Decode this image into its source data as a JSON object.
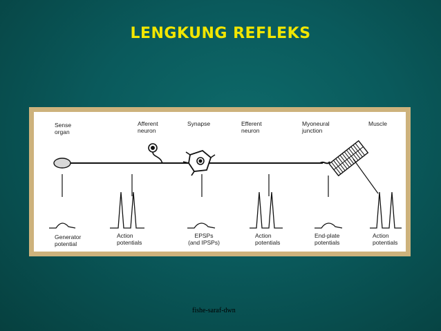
{
  "slide": {
    "title": "LENGKUNG REFLEKS",
    "footer": "fishe-saraf-dwn"
  },
  "diagram": {
    "top_labels": {
      "sense_organ": "Sense\norgan",
      "afferent_neuron": "Afferent\nneuron",
      "synapse": "Synapse",
      "efferent_neuron": "Efferent\nneuron",
      "myoneural_junction": "Myoneural\njunction",
      "muscle": "Muscle"
    },
    "bottom_labels": {
      "generator_potential": "Generator\npotential",
      "action_potentials_1": "Action\npotentials",
      "epsps": "EPSPs\n(and IPSPs)",
      "action_potentials_2": "Action\npotentials",
      "end_plate_potentials": "End-plate\npotentials",
      "action_potentials_3": "Action\npotentials"
    }
  },
  "colors": {
    "title": "#f2e600",
    "frame": "#cdb27c",
    "background": "#0a5a5c"
  }
}
